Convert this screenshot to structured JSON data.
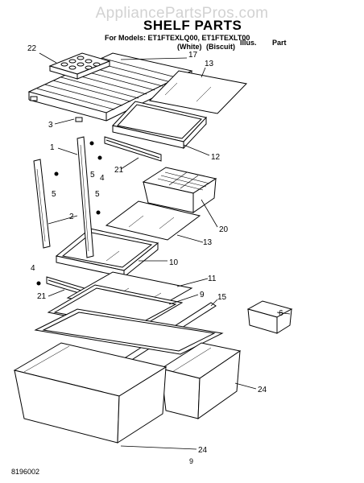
{
  "watermark": "AppliancePartsPros.com",
  "header": {
    "title": "SHELF PARTS",
    "models_line": "For Models: ET1FTEXLQ00, ET1FTEXLT00",
    "variant_white": "(White)",
    "variant_biscuit": "(Biscuit)",
    "illus_label": "Illus.",
    "part_label": "Part"
  },
  "callouts": [
    "22",
    "17",
    "13",
    "3",
    "1",
    "12",
    "5",
    "4",
    "21",
    "20",
    "5",
    "5",
    "2",
    "13",
    "10",
    "4",
    "21",
    "11",
    "9",
    "15",
    "6",
    "24",
    "24"
  ],
  "footer": {
    "page_number": "9",
    "document_number": "8196002"
  }
}
